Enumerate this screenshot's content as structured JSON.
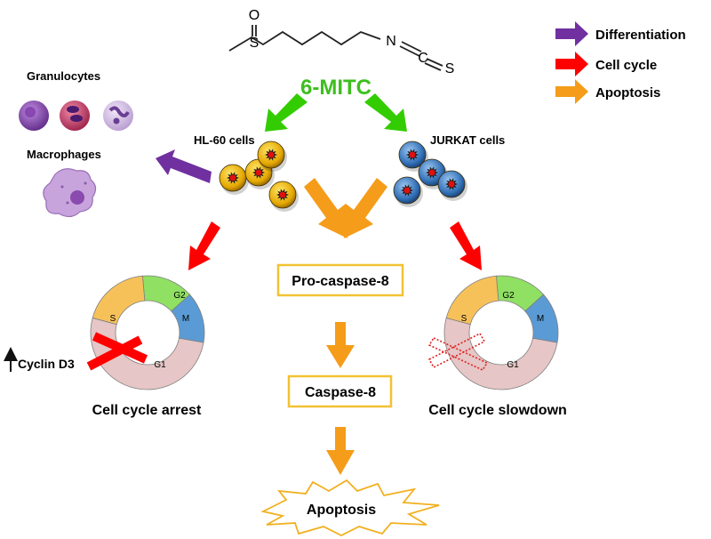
{
  "compound": {
    "name": "6-MITC",
    "atoms": {
      "sulfoxide_o": "O",
      "sulfoxide_s": "S",
      "nitrogen": "N",
      "carbon": "C",
      "sulfur": "S"
    }
  },
  "legend": {
    "items": [
      {
        "label": "Differentiation",
        "color": "#7030a0"
      },
      {
        "label": "Cell cycle",
        "color": "#ff0000"
      },
      {
        "label": "Apoptosis",
        "color": "#f59c1a"
      }
    ]
  },
  "left": {
    "granulocytes": "Granulocytes",
    "macrophages": "Macrophages",
    "cell_line": "HL-60 cells",
    "outcome": "Cell cycle arrest",
    "cyclin": "Cyclin D3",
    "cyclin_arrow": "↑"
  },
  "right": {
    "cell_line": "JURKAT cells",
    "outcome": "Cell cycle slowdown"
  },
  "center": {
    "procaspase": "Pro-caspase-8",
    "caspase": "Caspase-8",
    "apoptosis": "Apoptosis"
  },
  "cycle_phases": {
    "g2": "G2",
    "m": "M",
    "s": "S",
    "g1": "G1"
  },
  "colors": {
    "compound_label": "#3dbf1e",
    "green_arrow": "#33cc00",
    "purple_arrow": "#7030a0",
    "red_arrow": "#ff0000",
    "orange_arrow": "#f59c1a",
    "hl60_cell": "#f2b800",
    "jurkat_cell": "#3a78c2",
    "phase_g1": "#e6c6c6",
    "phase_s": "#f7c15a",
    "phase_g2": "#8fe063",
    "phase_m": "#5b9bd5",
    "box_border": "#f2c233"
  }
}
